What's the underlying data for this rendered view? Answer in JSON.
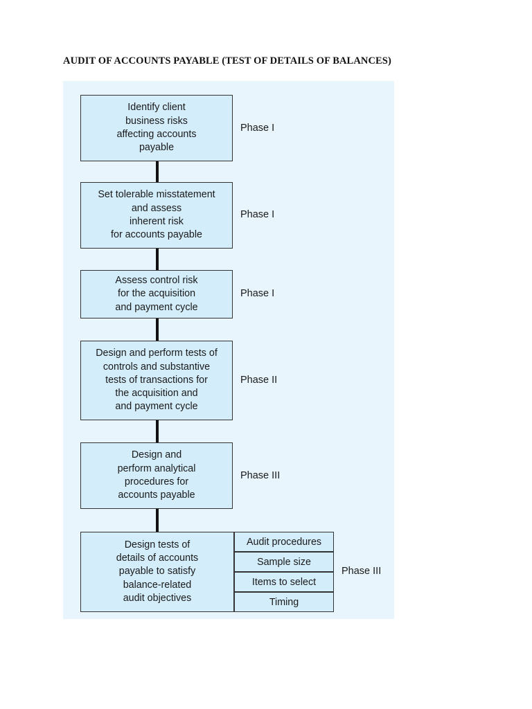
{
  "heading": "AUDIT OF ACCOUNTS PAYABLE (TEST OF DETAILS OF BALANCES)",
  "steps": [
    {
      "text": "Identify client\nbusiness risks\naffecting accounts\npayable",
      "phase": "Phase I"
    },
    {
      "text": "Set tolerable misstatement\nand assess\ninherent risk\nfor accounts payable",
      "phase": "Phase I"
    },
    {
      "text": "Assess control risk\nfor the acquisition\nand payment cycle",
      "phase": "Phase I"
    },
    {
      "text": "Design and perform tests of\ncontrols and substantive\ntests of transactions for\nthe acquisition and\nand payment cycle",
      "phase": "Phase II"
    },
    {
      "text": "Design and\nperform analytical\nprocedures for\naccounts payable",
      "phase": "Phase III"
    },
    {
      "text": "Design tests of\ndetails of accounts\npayable to satisfy\nbalance-related\naudit objectives",
      "phase": "Phase III"
    }
  ],
  "final_step_items": [
    "Audit procedures",
    "Sample size",
    "Items to select",
    "Timing"
  ]
}
